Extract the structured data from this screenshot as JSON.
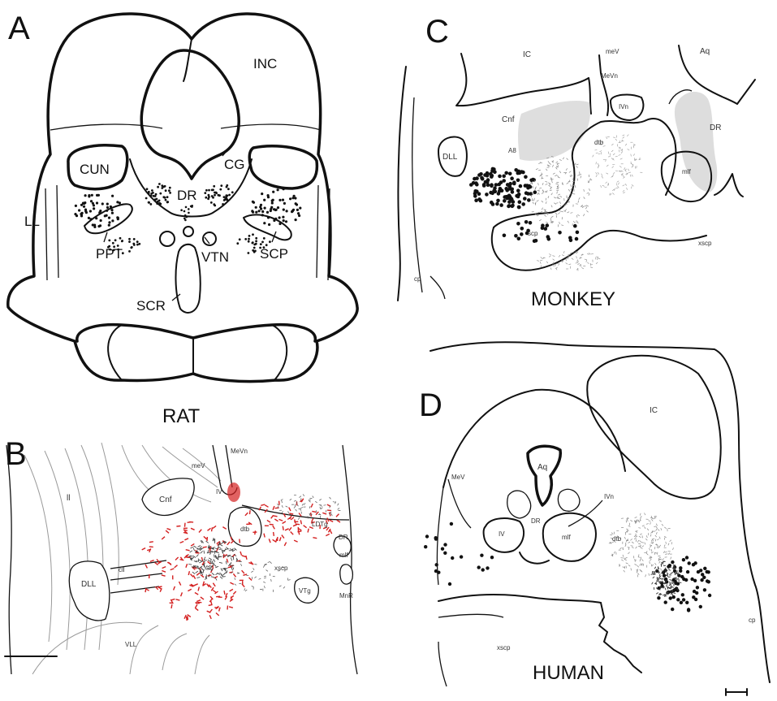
{
  "panels": {
    "a": {
      "letter": "A",
      "species": "RAT",
      "labels": {
        "inc": "INC",
        "cun": "CUN",
        "cg": "CG",
        "dr": "DR",
        "ll": "LL",
        "ppt": "PPT",
        "vtn": "VTN",
        "scp": "SCP",
        "scr": "SCR"
      }
    },
    "b": {
      "letter": "B",
      "labels": {
        "ll": "ll",
        "mev": "meV",
        "mevn": "MeVn",
        "cnf": "Cnf",
        "iv": "IV",
        "dtb": "dtb",
        "ldtg": "LDTg",
        "dr": "DR",
        "mlf": "mlf",
        "cll": "cll",
        "dll": "DLL",
        "xscp": "xscp",
        "vtg": "VTg",
        "mnr": "MnR",
        "vll": "VLL"
      }
    },
    "c": {
      "letter": "C",
      "species": "MONKEY",
      "labels": {
        "ic": "IC",
        "mev": "meV",
        "mevn": "MeVn",
        "aq": "Aq",
        "cnf": "Cnf",
        "ivn": "IVn",
        "dr": "DR",
        "dll": "DLL",
        "a8": "A8",
        "dtb": "dtb",
        "mlf": "mlf",
        "scp": "scp",
        "xscp": "xscp",
        "cp": "cp"
      }
    },
    "d": {
      "letter": "D",
      "species": "HUMAN",
      "labels": {
        "ic": "IC",
        "mev": "MeV",
        "aq": "Aq",
        "ivn": "IVn",
        "iv": "IV",
        "dr": "DR",
        "mlf": "mlf",
        "dtb": "dtb",
        "xscp": "xscp",
        "cp": "cp"
      }
    }
  },
  "colors": {
    "ink": "#111111",
    "fiber": "#9a9a9a",
    "stipple": "#bbbbbb",
    "marker": "#d42020"
  }
}
